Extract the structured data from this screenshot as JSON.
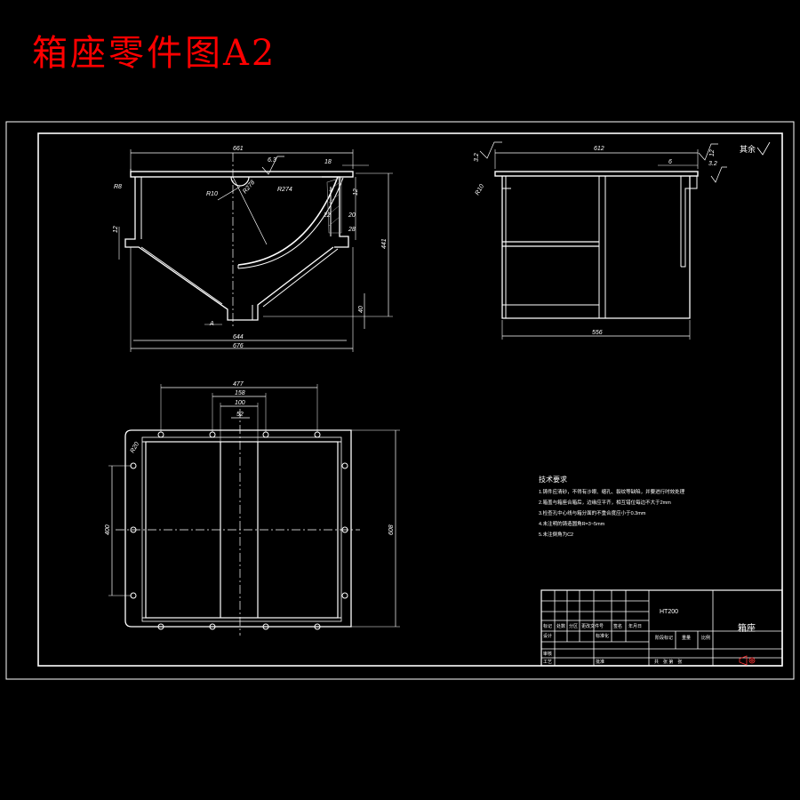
{
  "sheet_title": "箱座零件图A2",
  "front_view": {
    "dims": {
      "top_width": "661",
      "roughness_top": "6.3",
      "small_dim": "18",
      "radius_r8": "R8",
      "radius_r10": "R10",
      "radius_r278": "R278",
      "radius_r274": "R274",
      "dim_12_right": "12",
      "dim_20": "20",
      "dim_22": "22",
      "dim_28": "28",
      "dim_12_left": "12",
      "height_441": "441",
      "height_40": "40",
      "bottom_a": "A",
      "width_644": "644",
      "width_676": "676"
    }
  },
  "side_view": {
    "dims": {
      "top_width": "612",
      "roughness_left": "3.2",
      "roughness_right_a": "12",
      "roughness_right_b": "3.2",
      "dim_6": "6",
      "radius_r10": "R10",
      "bottom_width": "556",
      "surface_note": "其余"
    }
  },
  "plan_view": {
    "dims": {
      "width_477": "477",
      "width_158": "158",
      "width_100": "100",
      "width_52": "52",
      "height_400": "400",
      "height_608": "608",
      "corner_r": "R20"
    }
  },
  "tech_requirements": {
    "title": "技术要求",
    "items": [
      "1.铸件应清砂，不得有沙眼、缩孔、裂纹等缺陷，并要进行时效处理",
      "2.箱盖与箱座合箱后，边缘应平齐，相互错位每边不大于2mm",
      "3.检查孔中心线与箱分面的不重合度应小于0.3mm",
      "4.未注明的铸造圆角R=3~5mm",
      "5.未注倒角为C2"
    ]
  },
  "title_block": {
    "material": "HT200",
    "part_name": "箱座",
    "row_labels": [
      "标记",
      "处数",
      "分区",
      "更改文件号",
      "签名",
      "年月日"
    ],
    "design": "设计",
    "standardize": "标准化",
    "stage_mark": "阶段标记",
    "weight": "重量",
    "scale": "比例",
    "review": "审核",
    "process": "工艺",
    "approve": "批准",
    "sheet_info": "共　张 第　张"
  }
}
